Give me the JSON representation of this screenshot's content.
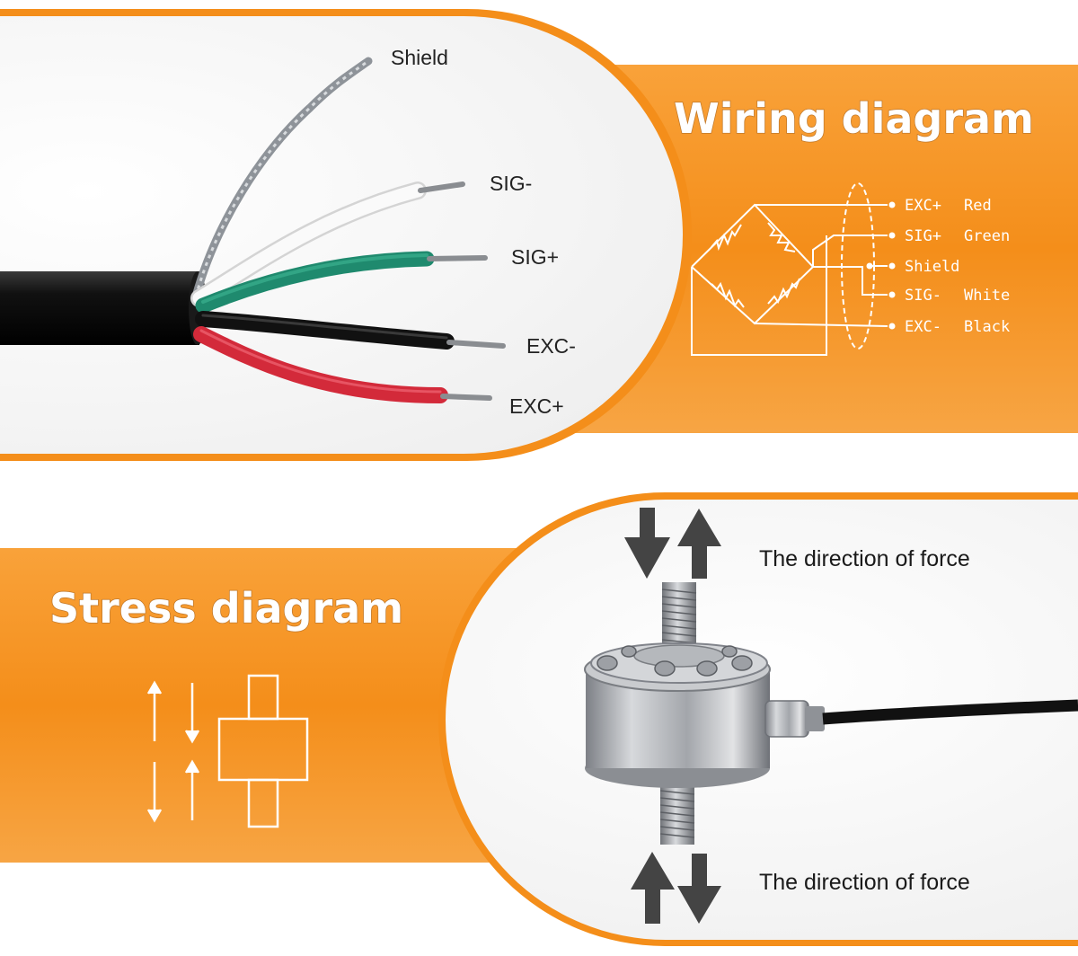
{
  "wiring": {
    "title": "Wiring diagram",
    "wire_labels": {
      "shield": "Shield",
      "sig_minus": "SIG-",
      "sig_plus": "SIG+",
      "exc_minus": "EXC-",
      "exc_plus": "EXC+"
    },
    "terminals": [
      {
        "signal": "EXC+",
        "color_name": "Red"
      },
      {
        "signal": "SIG+",
        "color_name": "Green"
      },
      {
        "signal": "Shield",
        "color_name": ""
      },
      {
        "signal": "SIG-",
        "color_name": "White"
      },
      {
        "signal": "EXC-",
        "color_name": "Black"
      }
    ]
  },
  "stress": {
    "title": "Stress diagram",
    "force_label_top": "The direction of force",
    "force_label_bottom": "The direction of force"
  },
  "colors": {
    "orange": "#f7941d",
    "orange_dark": "#ee7f0b",
    "wire_red": "#d32a3a",
    "wire_green": "#1f8a6e",
    "wire_black": "#111111",
    "wire_white": "#f4f4f4",
    "steel": "#b9bcc0"
  }
}
